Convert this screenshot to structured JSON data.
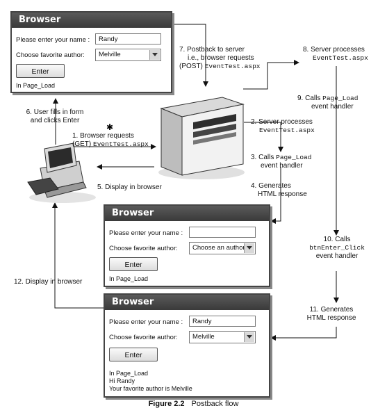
{
  "window1": {
    "title": "Browser",
    "name_label": "Please enter your name  :",
    "name_value": "Randy",
    "author_label": "Choose favorite author:",
    "author_value": "Melville",
    "button": "Enter",
    "status": "In Page_Load"
  },
  "window2": {
    "title": "Browser",
    "name_label": "Please enter your name  :",
    "name_value": "",
    "author_label": "Choose favorite author:",
    "author_value": "Choose an author",
    "button": "Enter",
    "status": "In Page_Load"
  },
  "window3": {
    "title": "Browser",
    "name_label": "Please enter your name  :",
    "name_value": "Randy",
    "author_label": "Choose favorite author:",
    "author_value": "Melville",
    "button": "Enter",
    "status_lines": [
      "In Page_Load",
      "Hi Randy",
      "Your favorite author is Melville"
    ]
  },
  "steps": {
    "s1_a": "1. Browser requests",
    "s1_b": "(GET)",
    "s1_b_code": "EventTest.aspx",
    "s2_a": "2. Server processes",
    "s2_code": "EventTest.aspx",
    "s3_a": "3. Calls",
    "s3_code": "Page_Load",
    "s3_b": "event handler",
    "s4_a": "4. Generates",
    "s4_b": "HTML response",
    "s5": "5. Display in browser",
    "s6_a": "6. User fills in form",
    "s6_b": "and clicks Enter",
    "s7_a": "7. Postback to server",
    "s7_b": "i.e., browser requests",
    "s7_c": "(POST)",
    "s7_code": "EventTest.aspx",
    "s8_a": "8. Server processes",
    "s8_code": "EventTest.aspx",
    "s9_a": "9. Calls",
    "s9_code": "Page_Load",
    "s9_b": "event handler",
    "s10_a": "10. Calls",
    "s10_code": "btnEnter_Click",
    "s10_b": "event handler",
    "s11_a": "11. Generates",
    "s11_b": "HTML response",
    "s12": "12. Display in browser"
  },
  "caption": {
    "figure": "Figure 2.2",
    "text": "Postback flow"
  }
}
